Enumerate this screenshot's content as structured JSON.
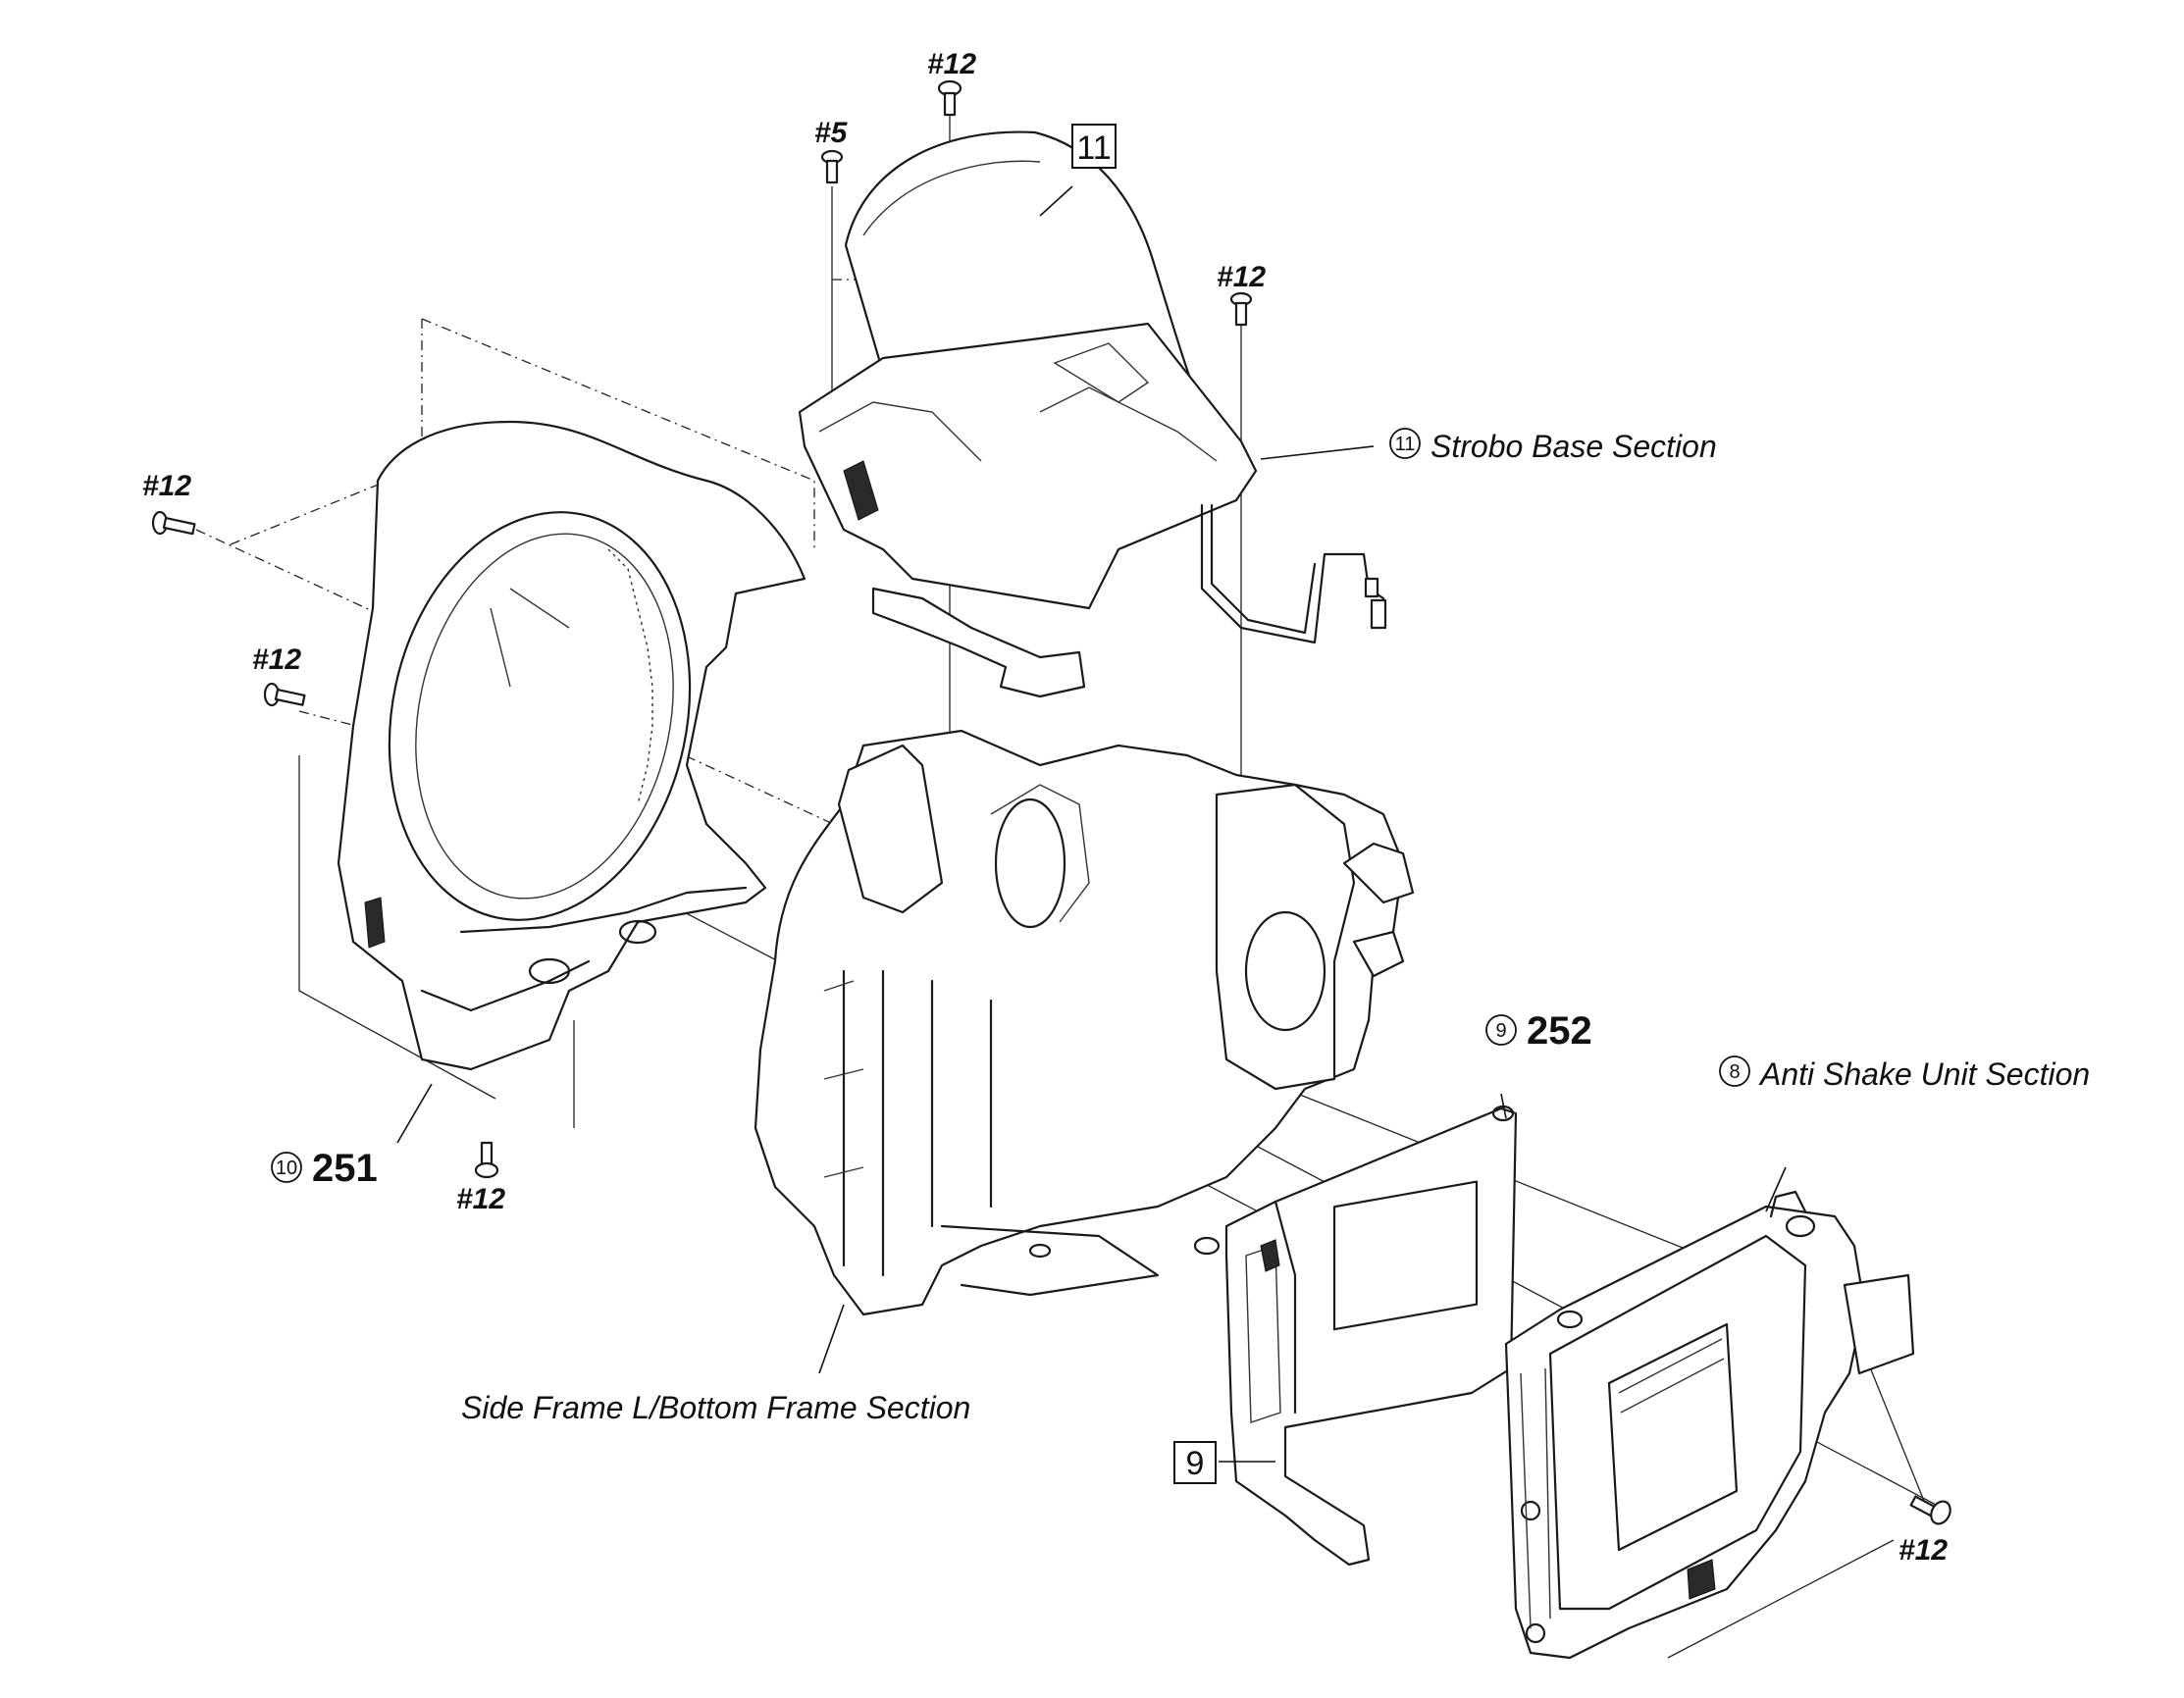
{
  "labels": {
    "strobo_base": {
      "num": "11",
      "text": "Strobo Base Section"
    },
    "anti_shake": {
      "num": "8",
      "text": "Anti Shake Unit Section"
    },
    "side_frame": {
      "text": "Side Frame L/Bottom Frame Section"
    },
    "part_251": {
      "num": "10",
      "ref": "251"
    },
    "part_252": {
      "num": "9",
      "ref": "252"
    },
    "box_11": "11",
    "box_9": "9"
  },
  "screws": {
    "top_center": "#12",
    "top_left": "#5",
    "top_right": "#12",
    "left_upper": "#12",
    "left_middle": "#12",
    "left_bottom": "#12",
    "right_bottom": "#12"
  }
}
